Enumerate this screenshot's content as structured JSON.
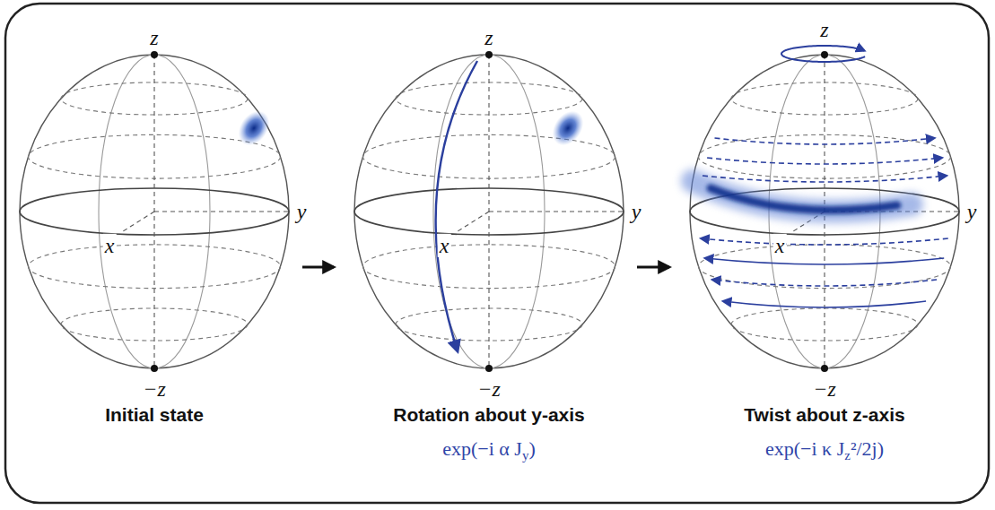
{
  "diagram": {
    "labels": [
      "z",
      "y",
      "x",
      "−z",
      "Initial state",
      "z",
      "y",
      "x",
      "−z",
      "Rotation about y-axis",
      "exp(−i α Jy)",
      "z",
      "y",
      "x",
      "−z",
      "Twist about z-axis",
      "exp(−i κ Jz²/2j)"
    ]
  }
}
